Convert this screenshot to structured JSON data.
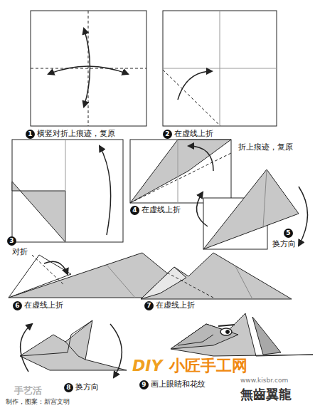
{
  "diagram": {
    "title": "無齒翼龍",
    "labels": [
      "1",
      "横竖对折上痕迹，复原",
      "2",
      "在虚线上折",
      "3",
      "对折",
      "4",
      "在虚线上折",
      "折上痕迹，复原",
      "5",
      "换方向",
      "6",
      "在虚线上折",
      "7",
      "在虚线上折",
      "8",
      "换方向",
      "9",
      "画上眼睛和花纹",
      "制作，图案：新宫文明",
      "手艺活",
      "DIY",
      "小匠手工网",
      "www.kisbr.com"
    ]
  }
}
